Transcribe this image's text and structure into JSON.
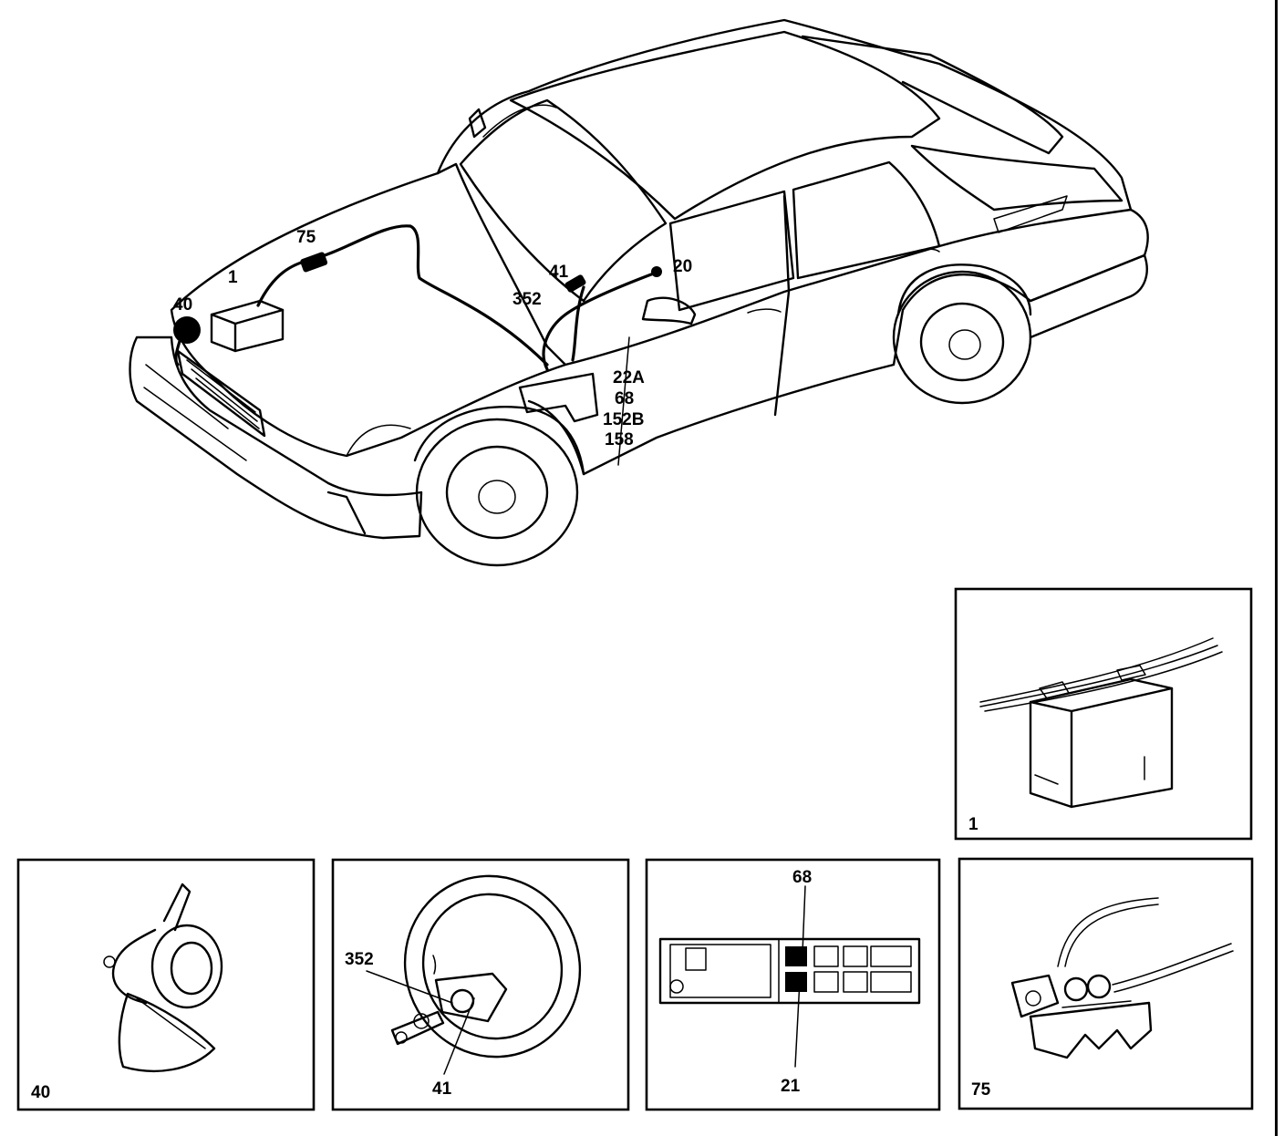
{
  "main_callouts": {
    "c1": "1",
    "c75": "75",
    "c40": "40",
    "c41": "41",
    "c20": "20",
    "c352": "352",
    "c22a": "22A",
    "c68": "68",
    "c152b": "152B",
    "c158": "158"
  },
  "panels": {
    "battery": {
      "label": "1"
    },
    "horn": {
      "label": "40"
    },
    "steering": {
      "label": "41",
      "callout": "352"
    },
    "fusebox": {
      "top": "68",
      "bottom": "21"
    },
    "connector": {
      "label": "75"
    }
  }
}
